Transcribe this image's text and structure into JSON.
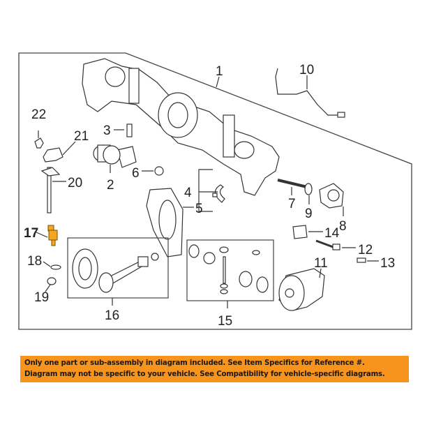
{
  "diagram": {
    "callouts": {
      "c1": "1",
      "c2": "2",
      "c3": "3",
      "c4": "4",
      "c5": "5",
      "c6": "6",
      "c7": "7",
      "c8": "8",
      "c9": "9",
      "c10": "10",
      "c11": "11",
      "c12": "12",
      "c13": "13",
      "c14": "14",
      "c15": "15",
      "c16": "16",
      "c17": "17",
      "c18": "18",
      "c19": "19",
      "c20": "20",
      "c21": "21",
      "c22": "22"
    },
    "highlighted_part": "17",
    "highlight_color": "#f5a623"
  },
  "notice": {
    "line1": "Only one part or sub-assembly in diagram included. See Item Specifics for Reference #.",
    "line2": "Diagram may not be specific to your vehicle. See Compatibility for vehicle-specific diagrams.",
    "color": "#f7941d"
  }
}
